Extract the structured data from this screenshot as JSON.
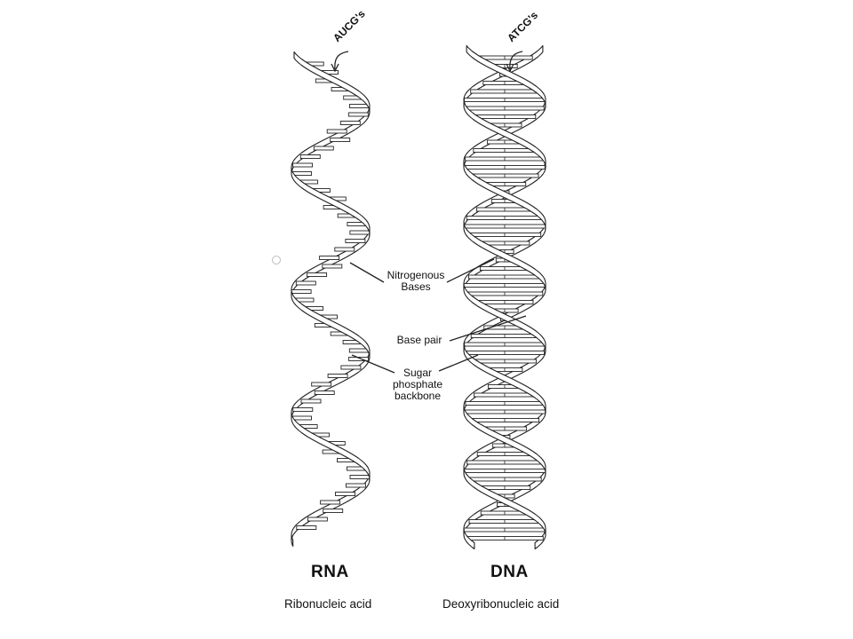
{
  "top_labels": {
    "rna_bases": "AUCG's",
    "dna_bases": "ATCG's"
  },
  "callouts": {
    "nitrogenous_line1": "Nitrogenous",
    "nitrogenous_line2": "Bases",
    "base_pair": "Base pair",
    "sugar_line1": "Sugar",
    "sugar_line2": "phosphate",
    "sugar_line3": "backbone"
  },
  "rna": {
    "title": "RNA",
    "subtitle": "Ribonucleic acid"
  },
  "dna": {
    "title": "DNA",
    "subtitle": "Deoxyribonucleic acid"
  },
  "colors": {
    "stroke": "#222222",
    "ribbon": "#ffffff",
    "rung": "#ffffff"
  }
}
